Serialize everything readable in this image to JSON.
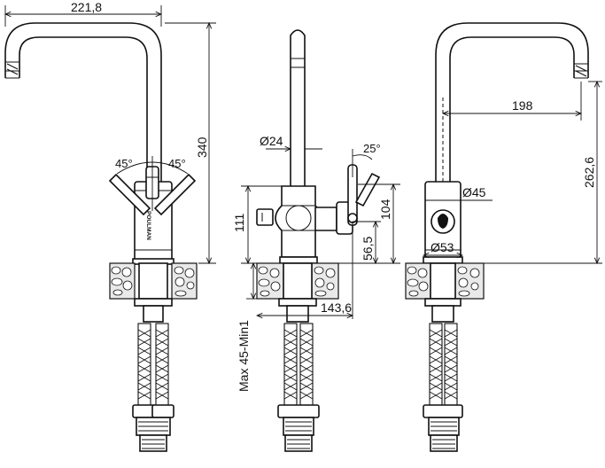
{
  "brand": "POULMAN",
  "dimensions": {
    "width_total": "221,8",
    "height_total": "340",
    "handle_angle_left": "45°",
    "handle_angle_right": "45°",
    "spout_diameter": "Ø24",
    "side_handle_angle": "25°",
    "body_height": "111",
    "side_height": "104",
    "side_offset": "56,5",
    "depth": "143,6",
    "countertop": "Max 45-Min1",
    "reach": "198",
    "spout_height": "262,6",
    "body_diameter": "Ø45",
    "base_diameter": "Ø53"
  },
  "colors": {
    "line": "#111111",
    "stone": "#e9e9e9",
    "background": "#ffffff"
  }
}
